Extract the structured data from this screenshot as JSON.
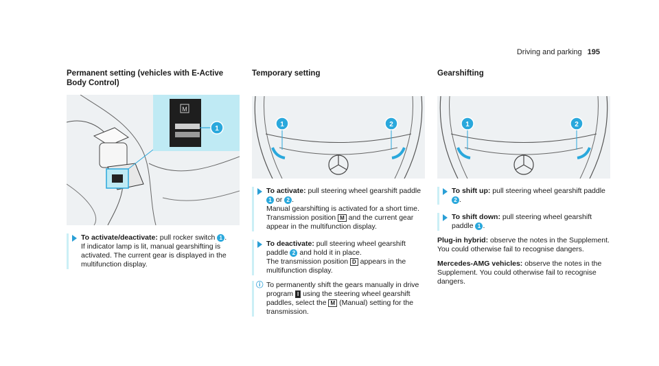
{
  "header": {
    "section": "Driving and parking",
    "page": "195"
  },
  "col1": {
    "title": "Permanent setting (vehicles with E-Active Body Control)",
    "callout": "1",
    "switch_label": "M",
    "step": {
      "label": "To activate/deactivate:",
      "text1": " pull rocker switch ",
      "num": "1",
      "text2": ".",
      "line2": "If indicator lamp is lit, manual gearshifting is activated. The current gear is displayed in the multifunction display."
    }
  },
  "col2": {
    "title": "Temporary setting",
    "callouts": [
      "1",
      "2"
    ],
    "step1": {
      "label": "To activate:",
      "text1": " pull steering wheel gearshift paddle ",
      "n1": "1",
      "or": " or ",
      "n2": "2",
      "text2": ".",
      "line2a": "Manual gearshifting is activated for a short time. Transmission position ",
      "m": "M",
      "line2b": " and the current gear appear in the multifunction display."
    },
    "step2": {
      "label": "To deactivate:",
      "text1": " pull steering wheel gearshift paddle ",
      "n": "2",
      "text2": " and hold it in place.",
      "line2a": "The transmission position ",
      "d": "D",
      "line2b": " appears in the multifunction display."
    },
    "note": {
      "a": "To permanently shift the gears manually in drive program ",
      "prog": "I",
      "b": " using the steering wheel gearshift paddles, select the ",
      "m": "M",
      "c": " (Manual) setting for the transmission."
    }
  },
  "col3": {
    "title": "Gearshifting",
    "callouts": [
      "1",
      "2"
    ],
    "step1": {
      "label": "To shift up:",
      "text": " pull steering wheel gearshift paddle ",
      "n": "2",
      "end": "."
    },
    "step2": {
      "label": "To shift down:",
      "text": " pull steering wheel gearshift paddle ",
      "n": "1",
      "end": "."
    },
    "plugin": {
      "label": "Plug-in hybrid:",
      "text": " observe the notes in the Supplement. You could otherwise fail to recognise dangers."
    },
    "amg": {
      "label": "Mercedes-AMG vehicles:",
      "text": " observe the notes in the Supplement. You could otherwise fail to recognise dangers."
    }
  }
}
